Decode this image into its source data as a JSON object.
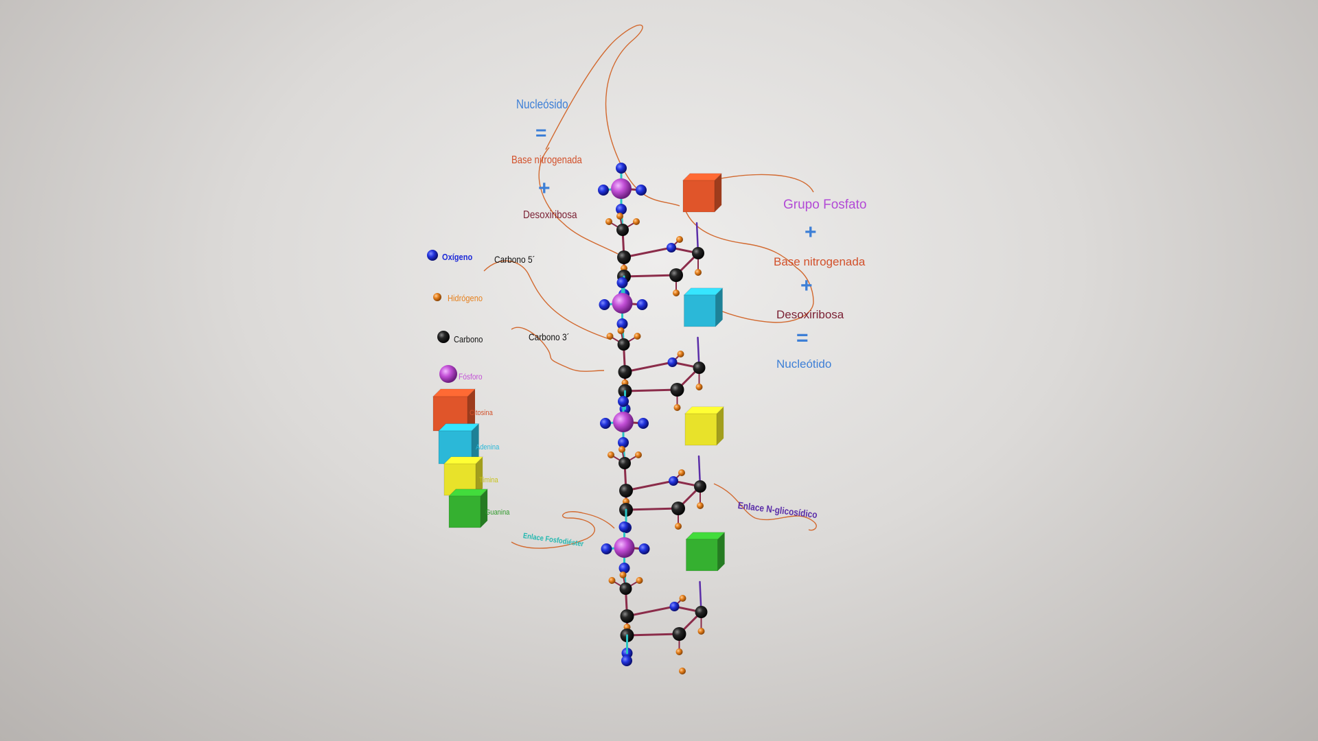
{
  "nucleoside_equation": {
    "title": "Nucleósido",
    "eq": "=",
    "base": "Base nitrogenada",
    "plus": "+",
    "sugar": "Desoxiribosa"
  },
  "nucleotide_equation": {
    "phosphate": "Grupo Fosfato",
    "plus1": "+",
    "base": "Base nitrogenada",
    "plus2": "+",
    "sugar": "Desoxiribosa",
    "eq": "=",
    "result": "Nucleótido"
  },
  "carbon_labels": {
    "c5": "Carbono 5´",
    "c3": "Carbono 3´"
  },
  "bond_labels": {
    "glycosidic": "Enlace N-glicosídico",
    "phosphodiester": "Enlace Fosfodiéster"
  },
  "legend": {
    "oxygen": "Oxígeno",
    "hydrogen": "Hidrógeno",
    "carbon": "Carbono",
    "phosphorus": "Fósforo",
    "cytosine": "Citosina",
    "adenine": "Adenina",
    "thymine": "Timina",
    "guanine": "Guanina"
  },
  "colors": {
    "oxygen": "#1e2ad8",
    "hydrogen": "#e6811e",
    "carbon": "#1c1c1c",
    "phosphorus": "#c24fd6",
    "cytosine": "#e0552a",
    "adenine": "#2bb8d8",
    "thymine": "#e8e22a",
    "guanine": "#35b030",
    "ring_bond": "#8b2c4a",
    "backbone_bond": "#29c4c4",
    "annotation_line": "#d2692f",
    "label_blue": "#3d7fd6",
    "label_orange": "#d2502a",
    "label_maroon": "#7a1f33",
    "label_purple": "#b24ad6",
    "label_violet": "#5a2da8",
    "label_teal": "#24b8b0"
  }
}
